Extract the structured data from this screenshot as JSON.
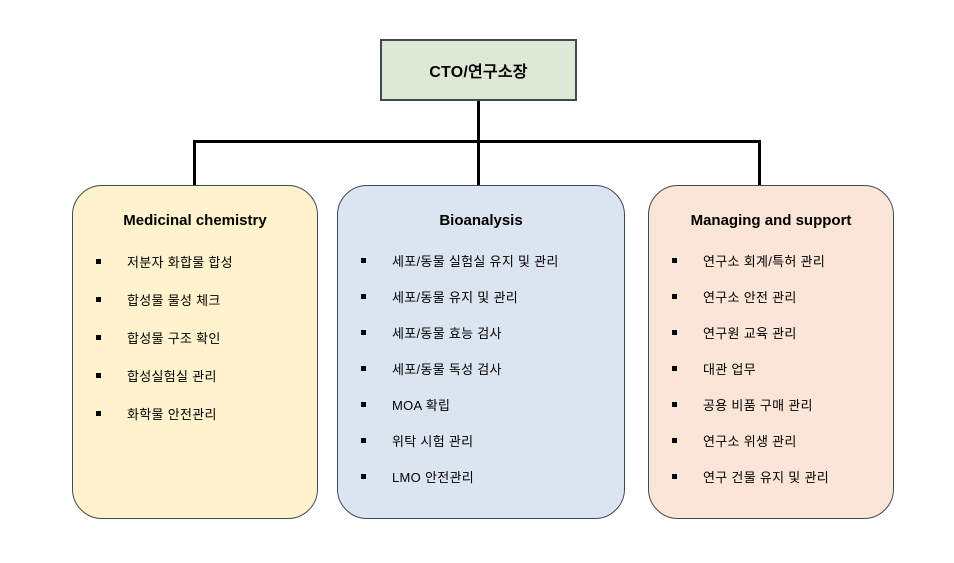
{
  "root": {
    "label": "CTO/연구소장",
    "fill": "#dde8d5"
  },
  "departments": [
    {
      "title": "Medicinal chemistry",
      "fill": "#fff2cc",
      "items": [
        "저분자 화합물 합성",
        "합성물 물성 체크",
        "합성물 구조 확인",
        "합성실험실 관리",
        "화학물 안전관리"
      ]
    },
    {
      "title": "Bioanalysis",
      "fill": "#dbe5f1",
      "items": [
        "세포/동물 실험실 유지 및 관리",
        "세포/동물 유지 및 관리",
        "세포/동물 효능 검사",
        "세포/동물 독성 검사",
        "MOA 확립",
        "위탁 시험 관리",
        "LMO 안전관리"
      ]
    },
    {
      "title": "Managing and support",
      "fill": "#fbe5d6",
      "items": [
        "연구소 회계/특허 관리",
        "연구소 안전 관리",
        "연구원 교육 관리",
        "대관 업무",
        "공용 비품 구매 관리",
        "연구소 위생 관리",
        "연구 건물 유지 및 관리"
      ]
    }
  ],
  "colors": {
    "background": "#ffffff",
    "root_fill": "#dde8d5",
    "dept_fill_left": "#fff2cc",
    "dept_fill_middle": "#dbe5f1",
    "dept_fill_right": "#fbe5d6",
    "box_border": "#3e4a56",
    "connector": "#000000",
    "text": "#000000"
  },
  "icons": {
    "bullet": "square"
  }
}
